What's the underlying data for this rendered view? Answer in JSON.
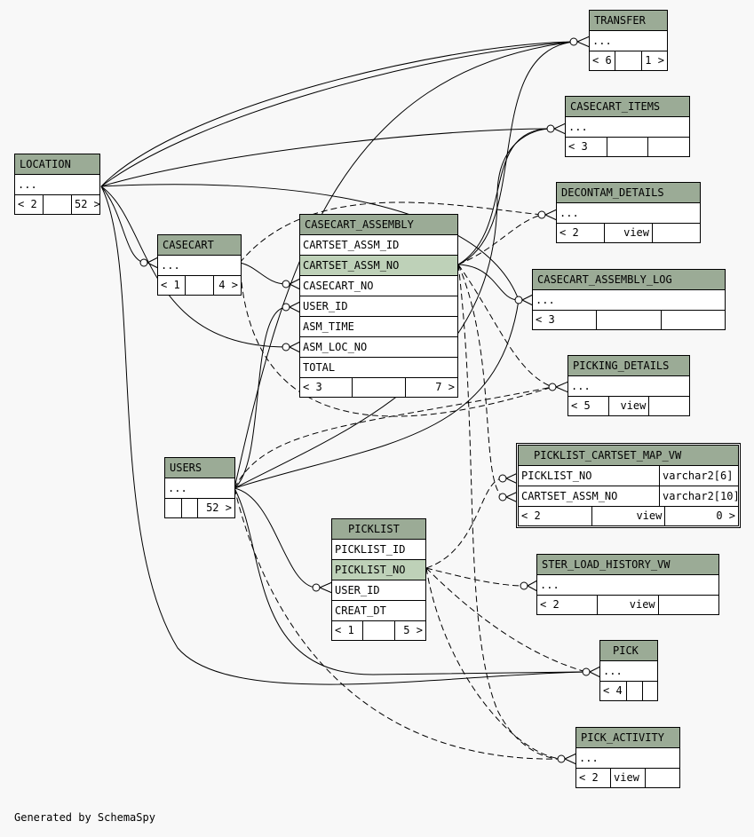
{
  "diagram": {
    "generated_by": "Generated by SchemaSpy",
    "tables": {
      "transfer": {
        "name": "TRANSFER",
        "rows": [
          "..."
        ],
        "footer": [
          "< 6",
          "",
          "1 >"
        ]
      },
      "casecart_items": {
        "name": "CASECART_ITEMS",
        "rows": [
          "..."
        ],
        "footer": [
          "< 3",
          "",
          ""
        ]
      },
      "decontam_details": {
        "name": "DECONTAM_DETAILS",
        "rows": [
          "..."
        ],
        "footer": [
          "< 2",
          "view",
          ""
        ]
      },
      "location": {
        "name": "LOCATION",
        "rows": [
          "..."
        ],
        "footer": [
          "< 2",
          "",
          "52 >"
        ]
      },
      "casecart": {
        "name": "CASECART",
        "rows": [
          "..."
        ],
        "footer": [
          "< 1",
          "",
          "4 >"
        ]
      },
      "casecart_assembly": {
        "name": "CASECART_ASSEMBLY",
        "rows": [
          "CARTSET_ASSM_ID",
          "CARTSET_ASSM_NO",
          "CASECART_NO",
          "USER_ID",
          "ASM_TIME",
          "ASM_LOC_NO",
          "TOTAL"
        ],
        "footer": [
          "< 3",
          "",
          "7 >"
        ]
      },
      "casecart_assembly_log": {
        "name": "CASECART_ASSEMBLY_LOG",
        "rows": [
          "..."
        ],
        "footer": [
          "< 3",
          "",
          ""
        ]
      },
      "picking_details": {
        "name": "PICKING_DETAILS",
        "rows": [
          "..."
        ],
        "footer": [
          "< 5",
          "view",
          ""
        ]
      },
      "users": {
        "name": "USERS",
        "rows": [
          "..."
        ],
        "footer": [
          "",
          "",
          "52 >"
        ]
      },
      "picklist_cartset_map_vw": {
        "name": "PICKLIST_CARTSET_MAP_VW",
        "rows": [
          "PICKLIST_NO",
          "CARTSET_ASSM_NO"
        ],
        "types": [
          "varchar2[6]",
          "varchar2[10]"
        ],
        "footer": [
          "< 2",
          "view",
          "0 >"
        ]
      },
      "picklist": {
        "name": "PICKLIST",
        "rows": [
          "PICKLIST_ID",
          "PICKLIST_NO",
          "USER_ID",
          "CREAT_DT"
        ],
        "footer": [
          "< 1",
          "",
          "5 >"
        ]
      },
      "ster_load_history_vw": {
        "name": "STER_LOAD_HISTORY_VW",
        "rows": [
          "..."
        ],
        "footer": [
          "< 2",
          "view",
          ""
        ]
      },
      "pick": {
        "name": "PICK",
        "rows": [
          "..."
        ],
        "footer": [
          "< 4",
          "",
          ""
        ]
      },
      "pick_activity": {
        "name": "PICK_ACTIVITY",
        "rows": [
          "..."
        ],
        "footer": [
          "< 2",
          "view",
          ""
        ]
      }
    }
  }
}
